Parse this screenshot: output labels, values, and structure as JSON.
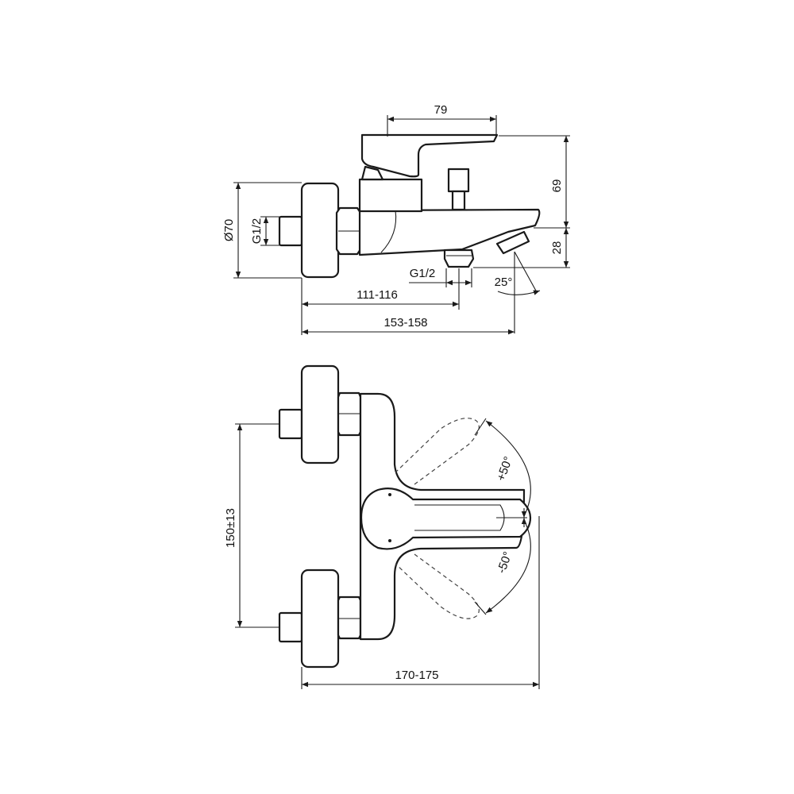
{
  "drawing": {
    "subject": "wall-mounted single-lever bath mixer",
    "colors": {
      "line": "#1a1a1a",
      "background": "#ffffff"
    }
  },
  "side_view": {
    "dimensions": {
      "lever_length": "79",
      "overall_height": "69",
      "spout_height": "28",
      "rosette_diameter": "Ø70",
      "inlet_thread": "G1/2",
      "outlet_thread": "G1/2",
      "spout_angle": "25°",
      "wall_to_outlet": "111-116",
      "wall_to_spout": "153-158"
    }
  },
  "top_view": {
    "dimensions": {
      "inlet_spacing": "150±13",
      "overall_depth": "170-175",
      "lever_rotation_plus": "+50°",
      "lever_rotation_minus": "-50°"
    }
  }
}
